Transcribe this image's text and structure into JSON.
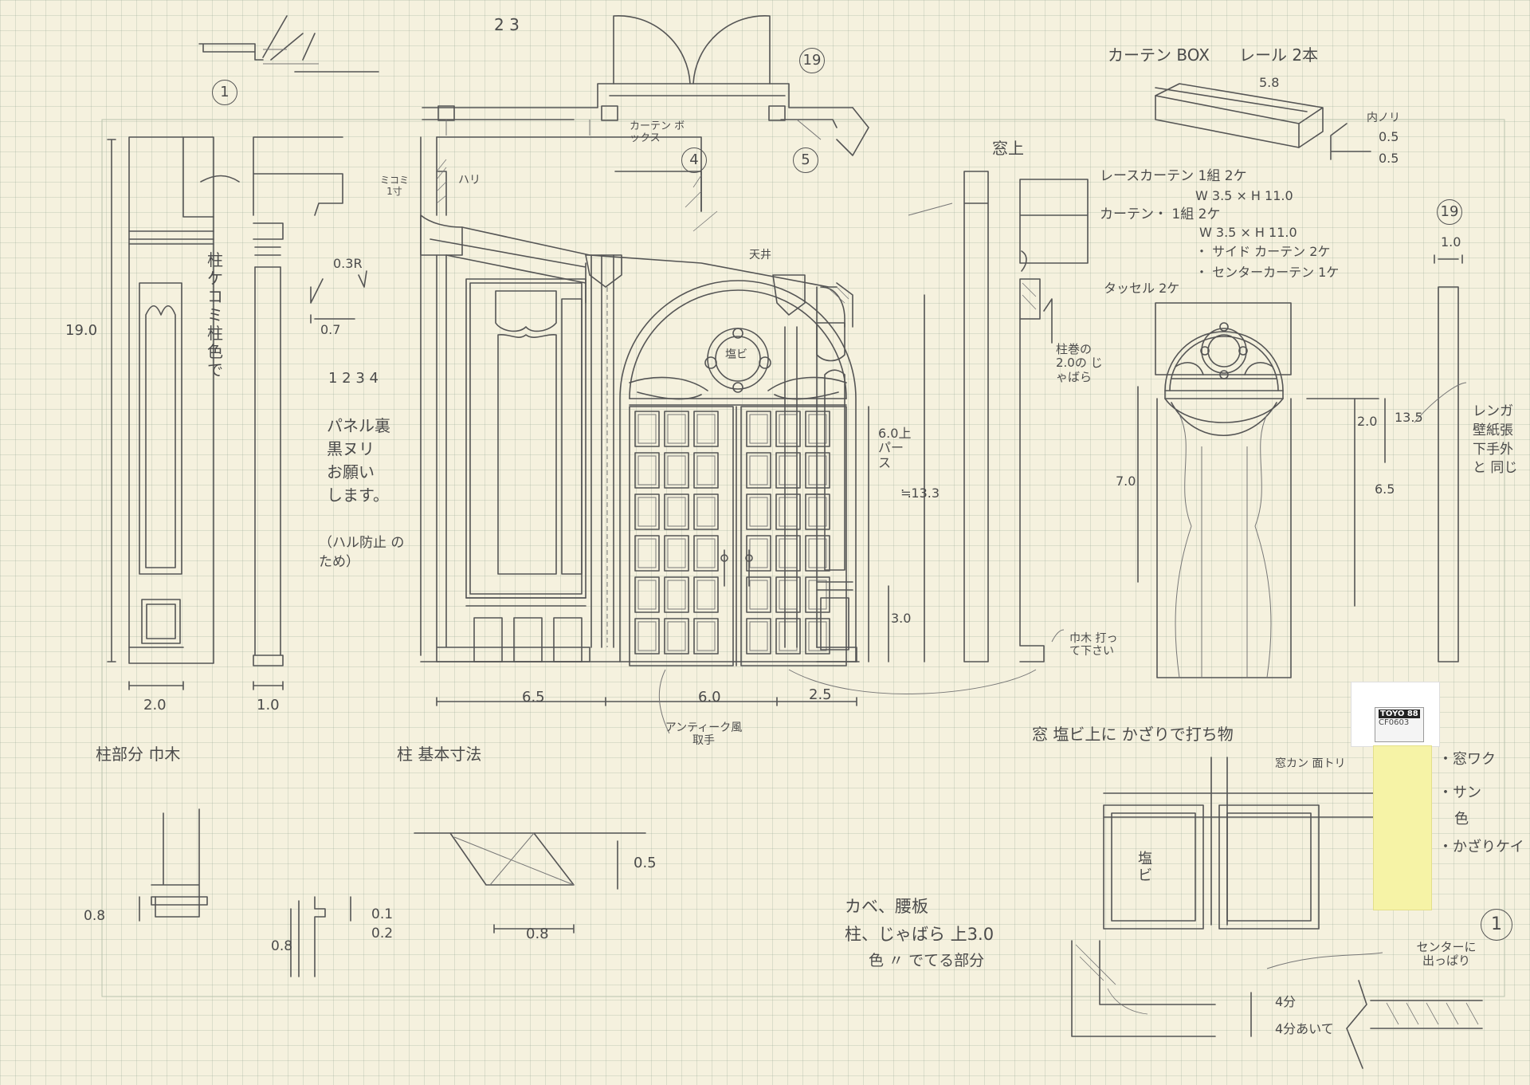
{
  "labels": {
    "callout_1_top": "1",
    "callout_23": "2 3",
    "callout_19_top": "19",
    "curtain_box_label": "カーテン BOX",
    "rail_label": "レール 2本",
    "dim_5_8": "5.8",
    "inner_label": "内ノリ",
    "dim_0_5_a": "0.5",
    "dim_0_5_b": "0.5",
    "curtain_box_plan": "カーテン ボックス",
    "callout_4": "4",
    "callout_5": "5",
    "window_top": "窓上",
    "lace_curtain": "レースカーテン 1組 2ケ",
    "lace_size": "W 3.5 × H 11.0",
    "curtain": "カーテン・ 1組 2ケ",
    "curtain_size": "W 3.5 × H 11.0",
    "side_curtain": "・ サイド カーテン 2ケ",
    "center_curtain": "・ センターカーテン 1ケ",
    "tassel": "タッセル 2ケ",
    "callout_19_right": "19",
    "dim_1_0_right": "1.0",
    "dim_19_0": "19.0",
    "hari": "ハリ",
    "mikomi": "ミコミ 1寸",
    "pillar_color": "柱 ケコミ 柱色で",
    "dim_0_3r": "0.3R",
    "dim_0_7": "0.7",
    "ceiling": "天井",
    "shio_bi_top": "塩ビ",
    "panel_back_nums": "1 2 3 4",
    "panel_back_note": "パネル裏 黒ヌリ お願い します。",
    "panel_back_reason": "（ハル防止 のため）",
    "dim_6_0_parse": "6.0上 パース",
    "dim_13_3": "≒13.3",
    "dim_3_0": "3.0",
    "pillar_jabara": "柱巻の 2.0の じゃばら",
    "dim_2_0_win": "2.0",
    "dim_13_5": "13.5",
    "dim_7_0": "7.0",
    "dim_6_5_win": "6.5",
    "brick_note": "レンガ 壁紙張 下手外と 同じ",
    "dim_1_0_far": "1.0",
    "habaki_note": "巾木 打って下さい",
    "dim_2_0": "2.0",
    "dim_1_0": "1.0",
    "dim_6_5": "6.5",
    "dim_6_0": "6.0",
    "dim_2_5": "2.5",
    "antique_handle": "アンティーク風 取手",
    "pillar_habaki": "柱部分 巾木",
    "pillar_basic": "柱 基本寸法",
    "window_note": "窓 塩ビ上に かざりで打ち物",
    "window_frame_note": "窓カン 面トリ",
    "toyo_label": "TOYO 88",
    "toyo_code": "CF0603",
    "legend_1": "・窓ワク",
    "legend_2": "・サン",
    "legend_3": "色",
    "legend_4": "・かざりケイ",
    "dim_0_8_a": "0.8",
    "dim_0_8_b": "0.8",
    "dim_0_1": "0.1",
    "dim_0_2": "0.2",
    "dim_0_5_c": "0.5",
    "dim_0_8_c": "0.8",
    "wall_note_1": "カベ、腰板",
    "wall_note_2": "柱、じゃばら 上3.0",
    "wall_note_3": "色 〃 でてる部分",
    "shio_bi_panel": "塩ビ",
    "callout_1_bottom": "1",
    "center_pull": "センターに 出っぱり",
    "yon_bu": "4分",
    "yon_bu_ai": "4分あいて"
  }
}
